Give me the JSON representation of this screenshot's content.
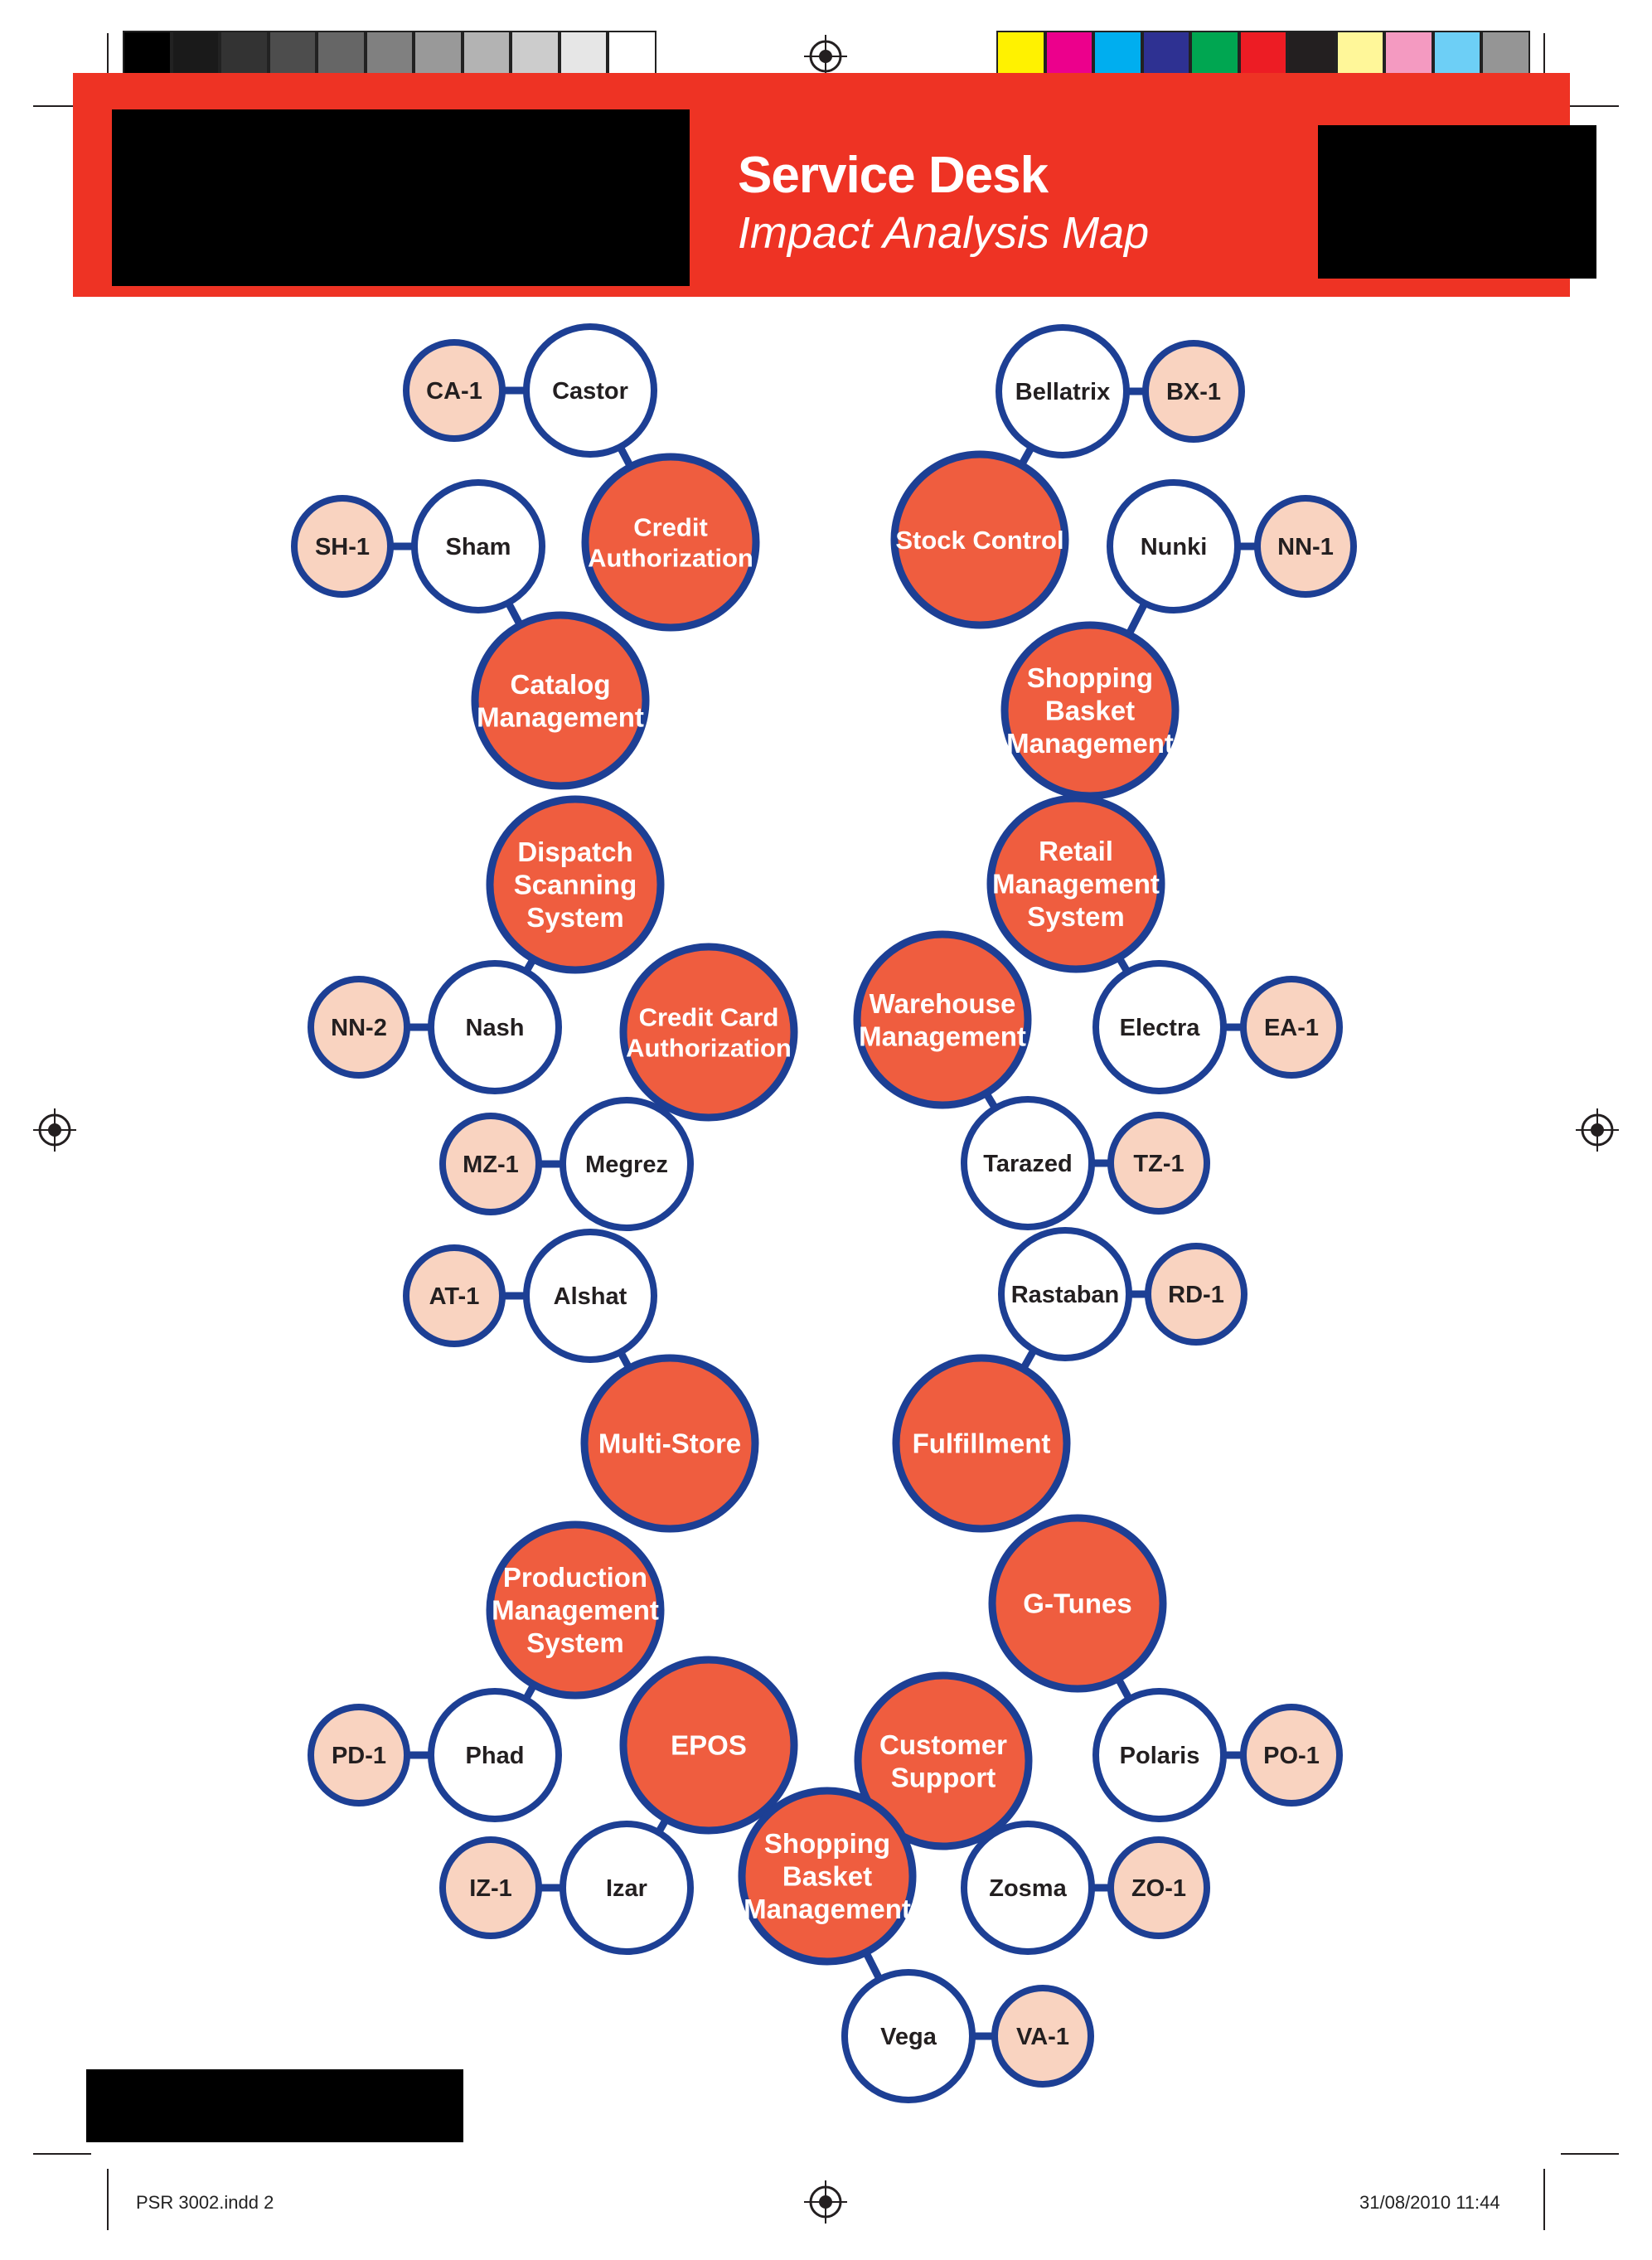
{
  "header": {
    "title": "Service Desk",
    "subtitle": "Impact Analysis Map",
    "band_color": "#ee3324"
  },
  "colors": {
    "outline": "#1d3f94",
    "service_fill": "#ef5d3f",
    "server_fill": "#ffffff",
    "ci_fill": "#f9d3c0",
    "service_text": "#ffffff",
    "node_text": "#231f20"
  },
  "color_bar": {
    "grays": [
      "#000000",
      "#1a1a1a",
      "#333333",
      "#4d4d4d",
      "#666666",
      "#808080",
      "#999999",
      "#b3b3b3",
      "#cccccc",
      "#e6e6e6",
      "#ffffff"
    ],
    "process": [
      "#fff200",
      "#ec008c",
      "#00aeef",
      "#2e3192",
      "#00a651",
      "#ed1c24",
      "#231f20",
      "#fff799",
      "#f49ac1",
      "#6dcff6",
      "#959595"
    ]
  },
  "diagram": {
    "nodes": [
      {
        "id": "ca1",
        "kind": "ci",
        "label": "CA-1"
      },
      {
        "id": "castor",
        "kind": "server",
        "label": "Castor"
      },
      {
        "id": "credit-auth",
        "kind": "service",
        "label": "Credit\nAuthorization"
      },
      {
        "id": "sh1",
        "kind": "ci",
        "label": "SH-1"
      },
      {
        "id": "sham",
        "kind": "server",
        "label": "Sham"
      },
      {
        "id": "catalog-mgmt",
        "kind": "service",
        "label": "Catalog\nManagement"
      },
      {
        "id": "bellatrix",
        "kind": "server",
        "label": "Bellatrix"
      },
      {
        "id": "bx1",
        "kind": "ci",
        "label": "BX-1"
      },
      {
        "id": "stock-control",
        "kind": "service",
        "label": "Stock Control"
      },
      {
        "id": "nunki",
        "kind": "server",
        "label": "Nunki"
      },
      {
        "id": "nn1",
        "kind": "ci",
        "label": "NN-1"
      },
      {
        "id": "shopping-basket-1",
        "kind": "service",
        "label": "Shopping\nBasket\nManagement"
      },
      {
        "id": "dispatch",
        "kind": "service",
        "label": "Dispatch\nScanning\nSystem"
      },
      {
        "id": "nn2",
        "kind": "ci",
        "label": "NN-2"
      },
      {
        "id": "nash",
        "kind": "server",
        "label": "Nash"
      },
      {
        "id": "credit-card",
        "kind": "service",
        "label": "Credit Card\nAuthorization"
      },
      {
        "id": "mz1",
        "kind": "ci",
        "label": "MZ-1"
      },
      {
        "id": "megrez",
        "kind": "server",
        "label": "Megrez"
      },
      {
        "id": "retail-mgmt",
        "kind": "service",
        "label": "Retail\nManagement\nSystem"
      },
      {
        "id": "warehouse",
        "kind": "service",
        "label": "Warehouse\nManagement"
      },
      {
        "id": "electra",
        "kind": "server",
        "label": "Electra"
      },
      {
        "id": "ea1",
        "kind": "ci",
        "label": "EA-1"
      },
      {
        "id": "tarazed",
        "kind": "server",
        "label": "Tarazed"
      },
      {
        "id": "tz1",
        "kind": "ci",
        "label": "TZ-1"
      },
      {
        "id": "at1",
        "kind": "ci",
        "label": "AT-1"
      },
      {
        "id": "alshat",
        "kind": "server",
        "label": "Alshat"
      },
      {
        "id": "multi-store",
        "kind": "service",
        "label": "Multi-Store"
      },
      {
        "id": "rastaban",
        "kind": "server",
        "label": "Rastaban"
      },
      {
        "id": "rd1",
        "kind": "ci",
        "label": "RD-1"
      },
      {
        "id": "fulfillment",
        "kind": "service",
        "label": "Fulfillment"
      },
      {
        "id": "production",
        "kind": "service",
        "label": "Production\nManagement\nSystem"
      },
      {
        "id": "g-tunes",
        "kind": "service",
        "label": "G-Tunes"
      },
      {
        "id": "pd1",
        "kind": "ci",
        "label": "PD-1"
      },
      {
        "id": "phad",
        "kind": "server",
        "label": "Phad"
      },
      {
        "id": "epos",
        "kind": "service",
        "label": "EPOS"
      },
      {
        "id": "customer-support",
        "kind": "service",
        "label": "Customer\nSupport"
      },
      {
        "id": "polaris",
        "kind": "server",
        "label": "Polaris"
      },
      {
        "id": "po1",
        "kind": "ci",
        "label": "PO-1"
      },
      {
        "id": "iz1",
        "kind": "ci",
        "label": "IZ-1"
      },
      {
        "id": "izar",
        "kind": "server",
        "label": "Izar"
      },
      {
        "id": "shopping-basket-2",
        "kind": "service",
        "label": "Shopping\nBasket\nManagement"
      },
      {
        "id": "zosma",
        "kind": "server",
        "label": "Zosma"
      },
      {
        "id": "zo1",
        "kind": "ci",
        "label": "ZO-1"
      },
      {
        "id": "vega",
        "kind": "server",
        "label": "Vega"
      },
      {
        "id": "va1",
        "kind": "ci",
        "label": "VA-1"
      }
    ],
    "edges": [
      [
        "ca1",
        "castor"
      ],
      [
        "castor",
        "credit-auth"
      ],
      [
        "sh1",
        "sham"
      ],
      [
        "sham",
        "catalog-mgmt"
      ],
      [
        "bellatrix",
        "bx1"
      ],
      [
        "bellatrix",
        "stock-control"
      ],
      [
        "nunki",
        "nn1"
      ],
      [
        "nunki",
        "shopping-basket-1"
      ],
      [
        "dispatch",
        "nash"
      ],
      [
        "nn2",
        "nash"
      ],
      [
        "credit-card",
        "megrez"
      ],
      [
        "mz1",
        "megrez"
      ],
      [
        "retail-mgmt",
        "electra"
      ],
      [
        "electra",
        "ea1"
      ],
      [
        "warehouse",
        "tarazed"
      ],
      [
        "tarazed",
        "tz1"
      ],
      [
        "at1",
        "alshat"
      ],
      [
        "alshat",
        "multi-store"
      ],
      [
        "rastaban",
        "rd1"
      ],
      [
        "rastaban",
        "fulfillment"
      ],
      [
        "production",
        "phad"
      ],
      [
        "pd1",
        "phad"
      ],
      [
        "epos",
        "izar"
      ],
      [
        "iz1",
        "izar"
      ],
      [
        "g-tunes",
        "polaris"
      ],
      [
        "polaris",
        "po1"
      ],
      [
        "customer-support",
        "zosma"
      ],
      [
        "zosma",
        "zo1"
      ],
      [
        "shopping-basket-2",
        "vega"
      ],
      [
        "vega",
        "va1"
      ]
    ]
  },
  "slug": {
    "file": "PSR 3002.indd   2",
    "timestamp": "31/08/2010   11:44"
  }
}
